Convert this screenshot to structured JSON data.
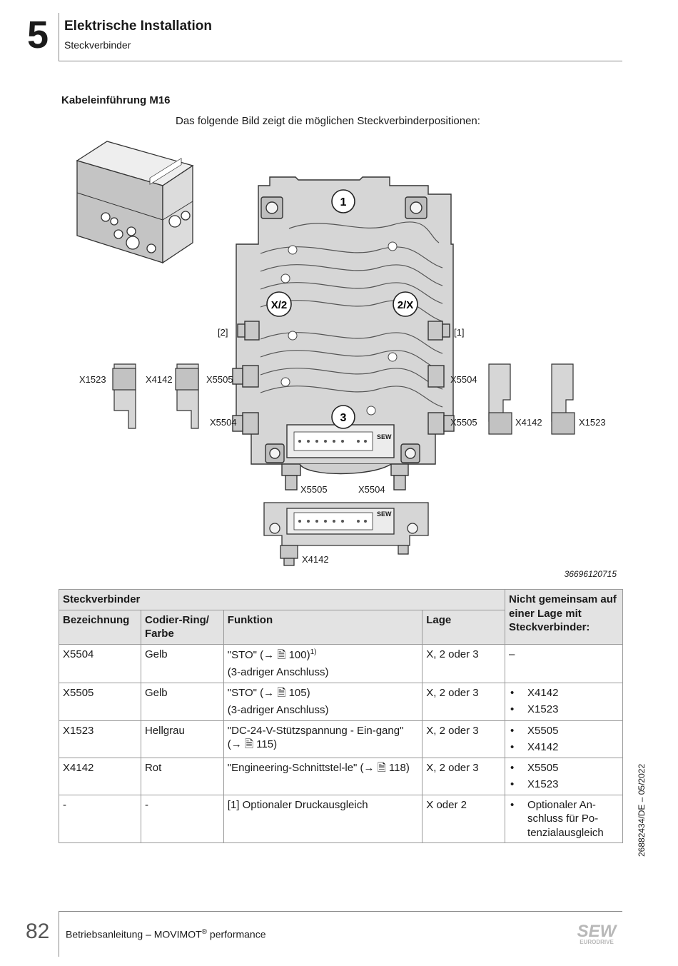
{
  "header": {
    "chapter_number": "5",
    "chapter_title": "Elektrische Installation",
    "chapter_subtitle": "Steckverbinder"
  },
  "section": {
    "title": "Kabeleinführung M16",
    "intro": "Das folgende Bild zeigt die möglichen Steckverbinderpositionen:"
  },
  "figure": {
    "callouts": {
      "pos1": "1",
      "pos2x": "2/X",
      "posx2": "X/2",
      "pos3": "3"
    },
    "labels": {
      "bracket2": "[2]",
      "bracket1": "[1]",
      "left_x1523": "X1523",
      "left_x4142": "X4142",
      "left_x5505": "X5505",
      "left_x5504": "X5504",
      "right_x5504": "X5504",
      "right_x5505": "X5505",
      "right_x4142": "X4142",
      "right_x1523": "X1523",
      "bottom_x5505": "X5505",
      "bottom_x5504": "X5504",
      "bottom_x4142": "X4142",
      "brand_mark": "SEW"
    },
    "figure_number": "36696120715"
  },
  "table": {
    "group_header": "Steckverbinder",
    "not_common_header": "Nicht gemeinsam auf einer Lage mit Steckverbinder:",
    "columns": [
      "Bezeichnung",
      "Codier-Ring/ Farbe",
      "Funktion",
      "Lage"
    ],
    "rows": [
      {
        "bez": "X5504",
        "farbe": "Gelb",
        "funktion_1": "\"STO\" (→ 🗎 100)",
        "funktion_sup": "1)",
        "funktion_2": "(3-adriger Anschluss)",
        "lage": "X, 2 oder 3",
        "exclusive_text": "–"
      },
      {
        "bez": "X5505",
        "farbe": "Gelb",
        "funktion_1": "\"STO\" (→ 🗎 105)",
        "funktion_2": "(3-adriger Anschluss)",
        "lage": "X, 2 oder 3",
        "exclusive": [
          "X4142",
          "X1523"
        ]
      },
      {
        "bez": "X1523",
        "farbe": "Hellgrau",
        "funktion_1": "\"DC-24-V-Stützspannung - Ein-gang\" (→ 🗎 115)",
        "lage": "X, 2 oder 3",
        "exclusive": [
          "X5505",
          "X4142"
        ]
      },
      {
        "bez": "X4142",
        "farbe": "Rot",
        "funktion_1": "\"Engineering-Schnittstel-le\" (→ 🗎 118)",
        "lage": "X, 2 oder 3",
        "exclusive": [
          "X5505",
          "X1523"
        ]
      },
      {
        "bez": "-",
        "farbe": "-",
        "funktion_1": "[1] Optionaler Druckausgleich",
        "lage": "X oder 2",
        "exclusive": [
          "Optionaler An-schluss für Po-tenzialausgleich"
        ]
      }
    ]
  },
  "side_note": "26882434/DE – 05/2022",
  "footer": {
    "page_number": "82",
    "doc_title": "Betriebsanleitung – MOVIMOT",
    "doc_title_sup": "®",
    "doc_title_suffix": " performance",
    "logo_text": "SEW",
    "logo_subtext": "EURODRIVE"
  },
  "colors": {
    "text": "#1a1a1a",
    "rule": "#8a8a8a",
    "table_header_bg": "#e3e3e3",
    "housing": "#d6d6d6",
    "housing_dark": "#9c9c9c"
  }
}
